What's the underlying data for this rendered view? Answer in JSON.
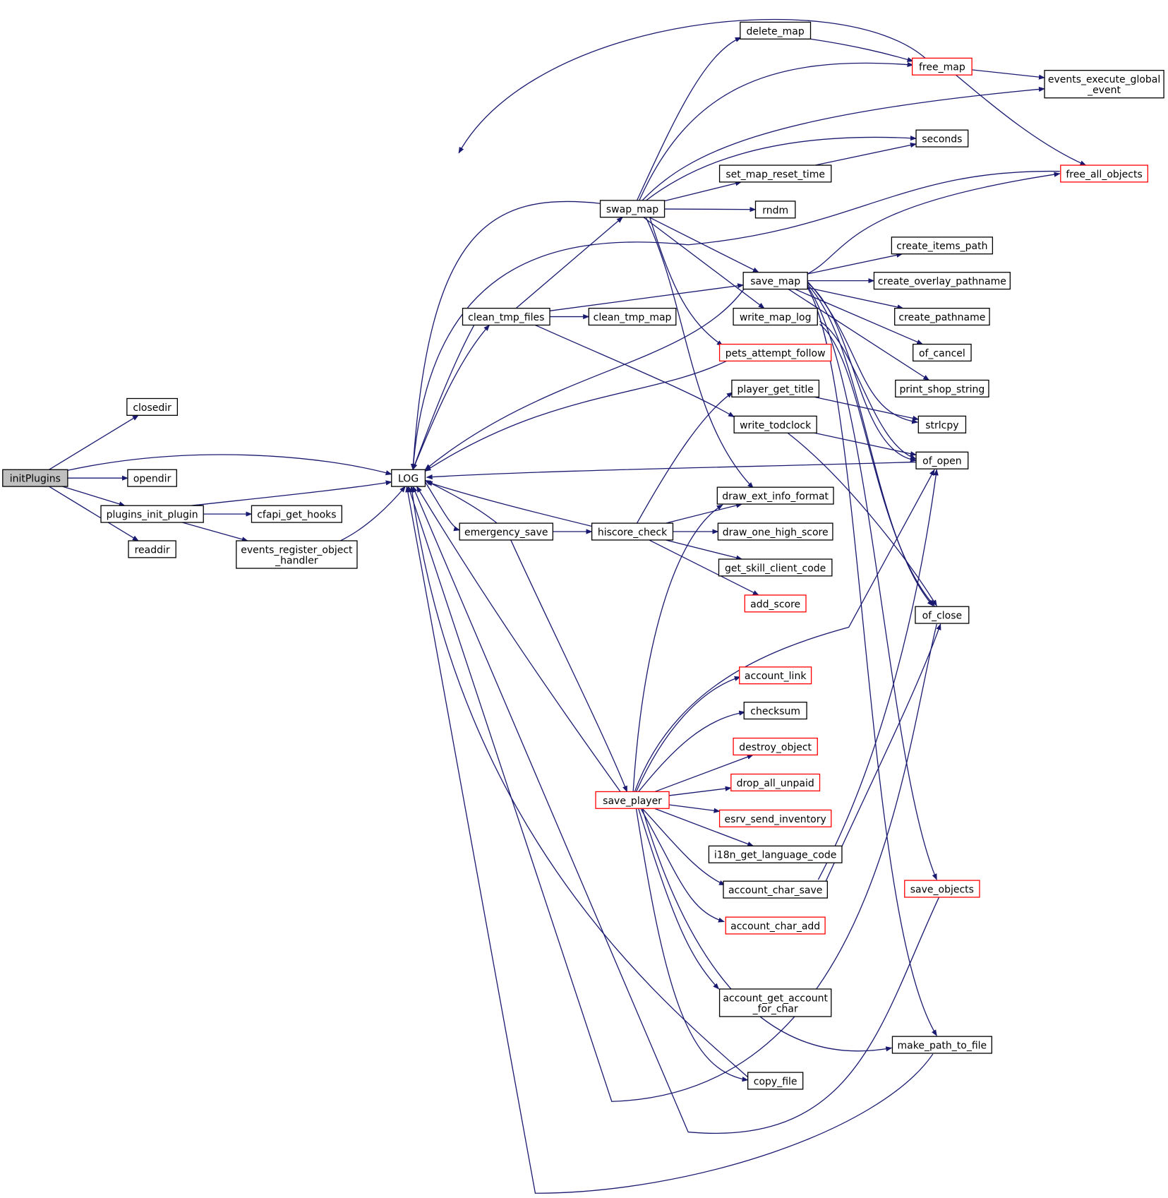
{
  "colors": {
    "edge": "#191970",
    "box_border": "#000000",
    "box_border_truncated": "#ff0000",
    "box_fill": "#ffffff",
    "root_fill": "#bfbfbf"
  },
  "nodes": {
    "initPlugins": {
      "label": [
        "initPlugins"
      ],
      "style": "root"
    },
    "closedir": {
      "label": [
        "closedir"
      ],
      "style": "normal"
    },
    "LOG": {
      "label": [
        "LOG"
      ],
      "style": "normal"
    },
    "opendir": {
      "label": [
        "opendir"
      ],
      "style": "normal"
    },
    "plugins_init_plugin": {
      "label": [
        "plugins_init_plugin"
      ],
      "style": "normal"
    },
    "readdir": {
      "label": [
        "readdir"
      ],
      "style": "normal"
    },
    "cfapi_get_hooks": {
      "label": [
        "cfapi_get_hooks"
      ],
      "style": "normal"
    },
    "events_register_object_handler": {
      "label": [
        "events_register_object",
        "_handler"
      ],
      "style": "normal"
    },
    "clean_tmp_files": {
      "label": [
        "clean_tmp_files"
      ],
      "style": "normal"
    },
    "emergency_save": {
      "label": [
        "emergency_save"
      ],
      "style": "normal"
    },
    "swap_map": {
      "label": [
        "swap_map"
      ],
      "style": "normal"
    },
    "clean_tmp_map": {
      "label": [
        "clean_tmp_map"
      ],
      "style": "normal"
    },
    "hiscore_check": {
      "label": [
        "hiscore_check"
      ],
      "style": "normal"
    },
    "save_player": {
      "label": [
        "save_player"
      ],
      "style": "truncated"
    },
    "delete_map": {
      "label": [
        "delete_map"
      ],
      "style": "normal"
    },
    "set_map_reset_time": {
      "label": [
        "set_map_reset_time"
      ],
      "style": "normal"
    },
    "rndm": {
      "label": [
        "rndm"
      ],
      "style": "normal"
    },
    "save_map": {
      "label": [
        "save_map"
      ],
      "style": "normal"
    },
    "write_map_log": {
      "label": [
        "write_map_log"
      ],
      "style": "normal"
    },
    "pets_attempt_follow": {
      "label": [
        "pets_attempt_follow"
      ],
      "style": "truncated"
    },
    "player_get_title": {
      "label": [
        "player_get_title"
      ],
      "style": "normal"
    },
    "write_todclock": {
      "label": [
        "write_todclock"
      ],
      "style": "normal"
    },
    "draw_ext_info_format": {
      "label": [
        "draw_ext_info_format"
      ],
      "style": "normal"
    },
    "draw_one_high_score": {
      "label": [
        "draw_one_high_score"
      ],
      "style": "normal"
    },
    "get_skill_client_code": {
      "label": [
        "get_skill_client_code"
      ],
      "style": "normal"
    },
    "add_score": {
      "label": [
        "add_score"
      ],
      "style": "truncated"
    },
    "account_link": {
      "label": [
        "account_link"
      ],
      "style": "truncated"
    },
    "checksum": {
      "label": [
        "checksum"
      ],
      "style": "normal"
    },
    "destroy_object": {
      "label": [
        "destroy_object"
      ],
      "style": "truncated"
    },
    "drop_all_unpaid": {
      "label": [
        "drop_all_unpaid"
      ],
      "style": "truncated"
    },
    "esrv_send_inventory": {
      "label": [
        "esrv_send_inventory"
      ],
      "style": "truncated"
    },
    "i18n_get_language_code": {
      "label": [
        "i18n_get_language_code"
      ],
      "style": "normal"
    },
    "account_char_save": {
      "label": [
        "account_char_save"
      ],
      "style": "normal"
    },
    "account_char_add": {
      "label": [
        "account_char_add"
      ],
      "style": "truncated"
    },
    "account_get_account_for_char": {
      "label": [
        "account_get_account",
        "_for_char"
      ],
      "style": "normal"
    },
    "copy_file": {
      "label": [
        "copy_file"
      ],
      "style": "normal"
    },
    "free_map": {
      "label": [
        "free_map"
      ],
      "style": "truncated"
    },
    "events_execute_global_event": {
      "label": [
        "events_execute_global",
        "_event"
      ],
      "style": "normal"
    },
    "seconds": {
      "label": [
        "seconds"
      ],
      "style": "normal"
    },
    "free_all_objects": {
      "label": [
        "free_all_objects"
      ],
      "style": "truncated"
    },
    "create_items_path": {
      "label": [
        "create_items_path"
      ],
      "style": "normal"
    },
    "create_overlay_pathname": {
      "label": [
        "create_overlay_pathname"
      ],
      "style": "normal"
    },
    "create_pathname": {
      "label": [
        "create_pathname"
      ],
      "style": "normal"
    },
    "of_cancel": {
      "label": [
        "of_cancel"
      ],
      "style": "normal"
    },
    "print_shop_string": {
      "label": [
        "print_shop_string"
      ],
      "style": "normal"
    },
    "strlcpy": {
      "label": [
        "strlcpy"
      ],
      "style": "normal"
    },
    "of_open": {
      "label": [
        "of_open"
      ],
      "style": "normal"
    },
    "of_close": {
      "label": [
        "of_close"
      ],
      "style": "normal"
    },
    "save_objects": {
      "label": [
        "save_objects"
      ],
      "style": "truncated"
    },
    "make_path_to_file": {
      "label": [
        "make_path_to_file"
      ],
      "style": "normal"
    }
  },
  "edges": [
    [
      "initPlugins",
      "closedir"
    ],
    [
      "initPlugins",
      "LOG"
    ],
    [
      "initPlugins",
      "opendir"
    ],
    [
      "initPlugins",
      "plugins_init_plugin"
    ],
    [
      "initPlugins",
      "readdir"
    ],
    [
      "plugins_init_plugin",
      "LOG"
    ],
    [
      "plugins_init_plugin",
      "cfapi_get_hooks"
    ],
    [
      "plugins_init_plugin",
      "events_register_object_handler"
    ],
    [
      "events_register_object_handler",
      "LOG"
    ],
    [
      "LOG",
      "clean_tmp_files"
    ],
    [
      "LOG",
      "emergency_save"
    ],
    [
      "clean_tmp_files",
      "LOG"
    ],
    [
      "clean_tmp_files",
      "swap_map"
    ],
    [
      "clean_tmp_files",
      "clean_tmp_map"
    ],
    [
      "clean_tmp_files",
      "save_map"
    ],
    [
      "clean_tmp_files",
      "write_todclock"
    ],
    [
      "emergency_save",
      "LOG"
    ],
    [
      "emergency_save",
      "hiscore_check"
    ],
    [
      "emergency_save",
      "save_player"
    ],
    [
      "swap_map",
      "LOG"
    ],
    [
      "swap_map",
      "delete_map"
    ],
    [
      "swap_map",
      "free_map"
    ],
    [
      "swap_map",
      "events_execute_global_event"
    ],
    [
      "swap_map",
      "seconds"
    ],
    [
      "swap_map",
      "set_map_reset_time"
    ],
    [
      "swap_map",
      "rndm"
    ],
    [
      "swap_map",
      "save_map"
    ],
    [
      "swap_map",
      "write_map_log"
    ],
    [
      "swap_map",
      "pets_attempt_follow"
    ],
    [
      "swap_map",
      "draw_ext_info_format"
    ],
    [
      "hiscore_check",
      "LOG"
    ],
    [
      "hiscore_check",
      "player_get_title"
    ],
    [
      "hiscore_check",
      "draw_ext_info_format"
    ],
    [
      "hiscore_check",
      "draw_one_high_score"
    ],
    [
      "hiscore_check",
      "get_skill_client_code"
    ],
    [
      "hiscore_check",
      "add_score"
    ],
    [
      "delete_map",
      "free_map"
    ],
    [
      "free_map",
      "LOG"
    ],
    [
      "free_map",
      "events_execute_global_event"
    ],
    [
      "free_map",
      "free_all_objects"
    ],
    [
      "set_map_reset_time",
      "seconds"
    ],
    [
      "free_all_objects",
      "LOG"
    ],
    [
      "save_map",
      "LOG"
    ],
    [
      "save_map",
      "free_all_objects"
    ],
    [
      "save_map",
      "create_items_path"
    ],
    [
      "save_map",
      "create_overlay_pathname"
    ],
    [
      "save_map",
      "create_pathname"
    ],
    [
      "save_map",
      "of_cancel"
    ],
    [
      "save_map",
      "print_shop_string"
    ],
    [
      "save_map",
      "strlcpy"
    ],
    [
      "save_map",
      "of_open"
    ],
    [
      "save_map",
      "of_close"
    ],
    [
      "save_map",
      "save_objects"
    ],
    [
      "save_map",
      "make_path_to_file"
    ],
    [
      "write_map_log",
      "of_open"
    ],
    [
      "write_map_log",
      "of_close"
    ],
    [
      "pets_attempt_follow",
      "LOG"
    ],
    [
      "player_get_title",
      "strlcpy"
    ],
    [
      "write_todclock",
      "of_open"
    ],
    [
      "write_todclock",
      "of_close"
    ],
    [
      "of_open",
      "LOG"
    ],
    [
      "save_player",
      "LOG"
    ],
    [
      "save_player",
      "draw_ext_info_format"
    ],
    [
      "save_player",
      "account_link"
    ],
    [
      "save_player",
      "checksum"
    ],
    [
      "save_player",
      "destroy_object"
    ],
    [
      "save_player",
      "drop_all_unpaid"
    ],
    [
      "save_player",
      "esrv_send_inventory"
    ],
    [
      "save_player",
      "i18n_get_language_code"
    ],
    [
      "save_player",
      "account_char_save"
    ],
    [
      "save_player",
      "account_char_add"
    ],
    [
      "save_player",
      "account_get_account_for_char"
    ],
    [
      "save_player",
      "copy_file"
    ],
    [
      "save_player",
      "of_open"
    ],
    [
      "save_player",
      "make_path_to_file"
    ],
    [
      "account_char_save",
      "of_open"
    ],
    [
      "account_char_save",
      "of_close"
    ],
    [
      "save_objects",
      "LOG"
    ],
    [
      "copy_file",
      "LOG"
    ],
    [
      "of_close",
      "LOG"
    ],
    [
      "make_path_to_file",
      "LOG"
    ]
  ]
}
